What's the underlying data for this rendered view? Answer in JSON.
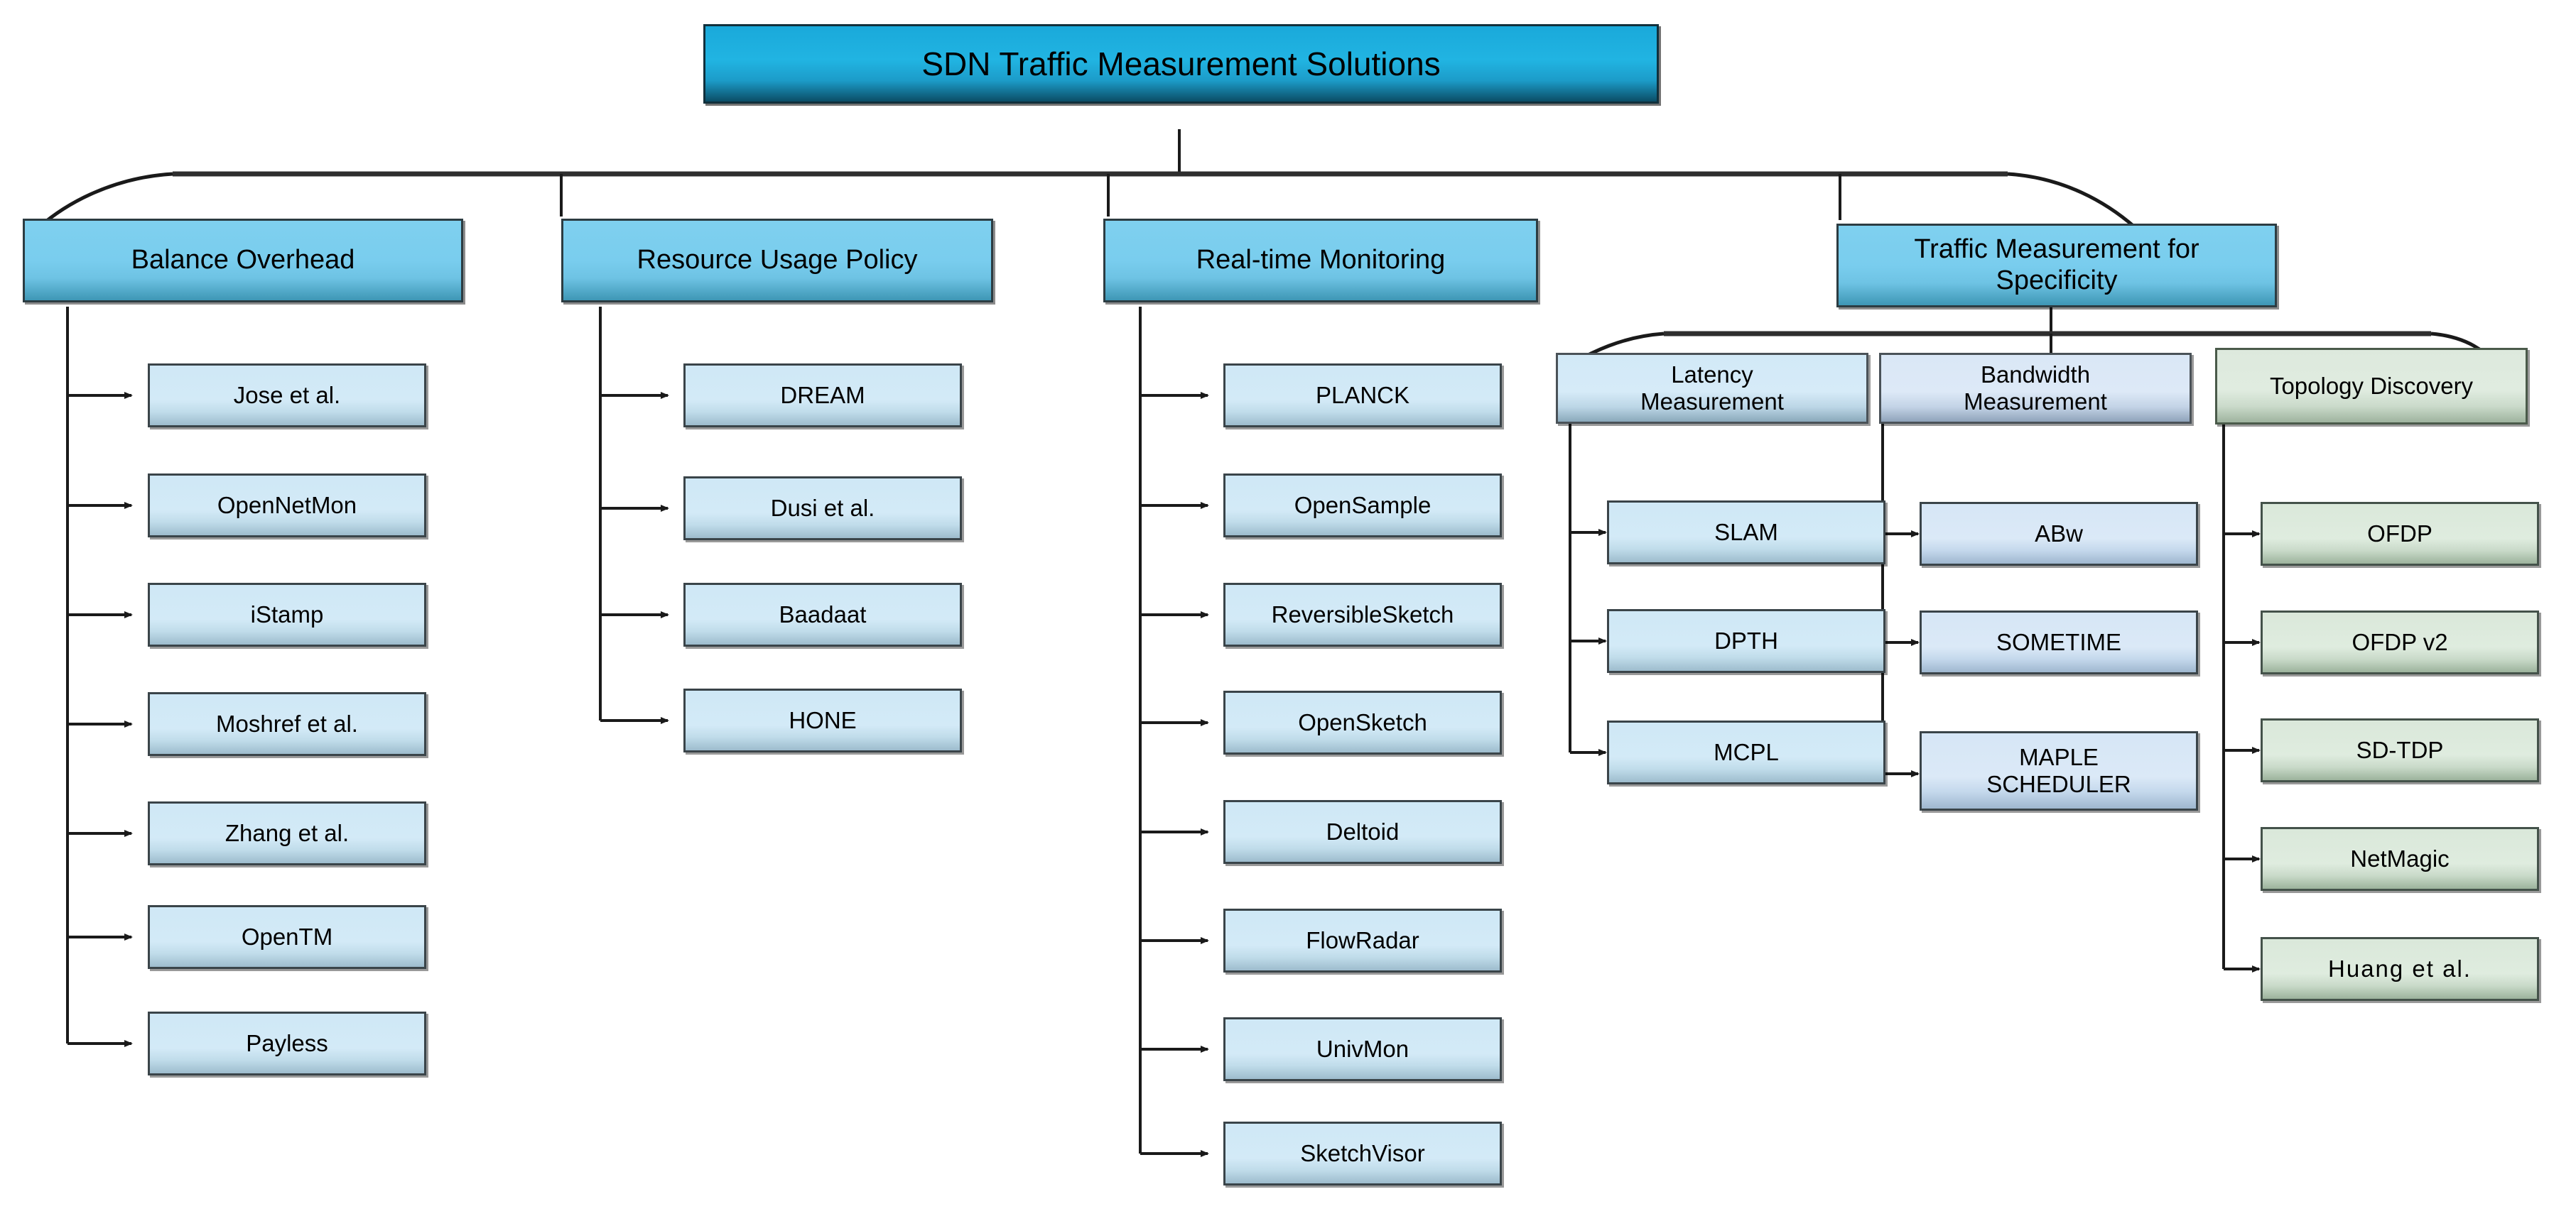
{
  "diagram": {
    "title": "SDN Traffic Measurement Solutions",
    "root": {
      "label": "SDN Traffic Measurement Solutions"
    },
    "colors": {
      "root_fill": "#21b4e2",
      "category_fill": "#79cdee",
      "leaf_blue_fill": "#d3eaf7",
      "leaf_green_fill": "#dfecdf",
      "border": "#3a4449",
      "edge": "#1a1a1a"
    },
    "branches": [
      {
        "id": "balance-overhead",
        "label": "Balance Overhead",
        "children": [
          {
            "label": "Jose et al."
          },
          {
            "label": "OpenNetMon"
          },
          {
            "label": "iStamp"
          },
          {
            "label": "Moshref et al."
          },
          {
            "label": "Zhang et al."
          },
          {
            "label": "OpenTM"
          },
          {
            "label": "Payless"
          }
        ]
      },
      {
        "id": "resource-usage-policy",
        "label": "Resource Usage Policy",
        "children": [
          {
            "label": "DREAM"
          },
          {
            "label": "Dusi et al."
          },
          {
            "label": "Baadaat"
          },
          {
            "label": "HONE"
          }
        ]
      },
      {
        "id": "real-time-monitoring",
        "label": "Real-time Monitoring",
        "children": [
          {
            "label": "PLANCK"
          },
          {
            "label": "OpenSample"
          },
          {
            "label": "ReversibleSketch"
          },
          {
            "label": "OpenSketch"
          },
          {
            "label": "Deltoid"
          },
          {
            "label": "FlowRadar"
          },
          {
            "label": "UnivMon"
          },
          {
            "label": "SketchVisor"
          }
        ]
      },
      {
        "id": "traffic-measurement-specificity",
        "label": "Traffic Measurement for Specificity",
        "label_line1": "Traffic Measurement for",
        "label_line2": "Specificity",
        "subcategories": [
          {
            "id": "latency-measurement",
            "label": "Latency Measurement",
            "label_line1": "Latency",
            "label_line2": "Measurement",
            "children": [
              {
                "label": "SLAM"
              },
              {
                "label": "DPTH"
              },
              {
                "label": "MCPL"
              }
            ]
          },
          {
            "id": "bandwidth-measurement",
            "label": "Bandwidth Measurement",
            "label_line1": "Bandwidth",
            "label_line2": "Measurement",
            "children": [
              {
                "label": "ABw"
              },
              {
                "label": "SOMETIME"
              },
              {
                "label": "MAPLE SCHEDULER",
                "label_line1": "MAPLE",
                "label_line2": "SCHEDULER"
              }
            ]
          },
          {
            "id": "topology-discovery",
            "label": "Topology Discovery",
            "children": [
              {
                "label": "OFDP"
              },
              {
                "label": "OFDP v2"
              },
              {
                "label": "SD-TDP"
              },
              {
                "label": "NetMagic"
              },
              {
                "label": "Huang  et  al."
              }
            ]
          }
        ]
      }
    ]
  }
}
